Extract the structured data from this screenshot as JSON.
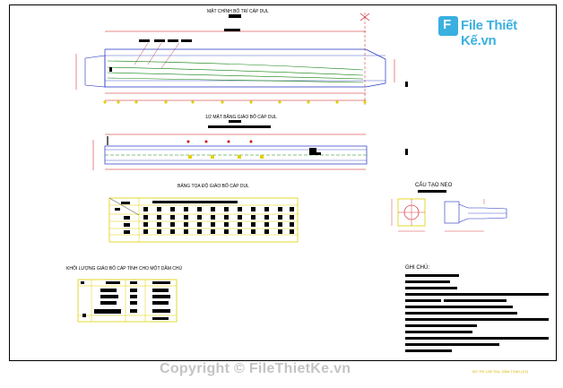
{
  "logo": {
    "text": "File Thiết Kế.vn",
    "glyph": "F"
  },
  "drawing": {
    "title_elevation": "MẶT CHÍNH BỐ TRÍ CÁP DUL",
    "title_half_plan": "1/2 MẶT BẰNG GIẢO BỐ CÁP DUL",
    "title_coord_table": "BẢNG TỌA ĐỘ GIẢO BỐ CÁP DUL",
    "title_anchor": "CẤU TẠO NEO",
    "title_mass": "KHỐI LƯỢNG GIẢO BỐ CÁP TÍNH CHO MỘT DẦM CHỦ",
    "title_notes": "GHI CHÚ:",
    "footer_note": "BỐ TRÍ CÁP DUL DẦM T33M (1/2)"
  },
  "copyright": "Copyright © FileThietKe.vn",
  "colors": {
    "frame": "#000000",
    "watermark": "#c4c4c4",
    "accent": "#3ab0e0",
    "yellow": "#e0d000",
    "red": "#d01010",
    "green": "#108010",
    "blue": "#2030c0"
  }
}
